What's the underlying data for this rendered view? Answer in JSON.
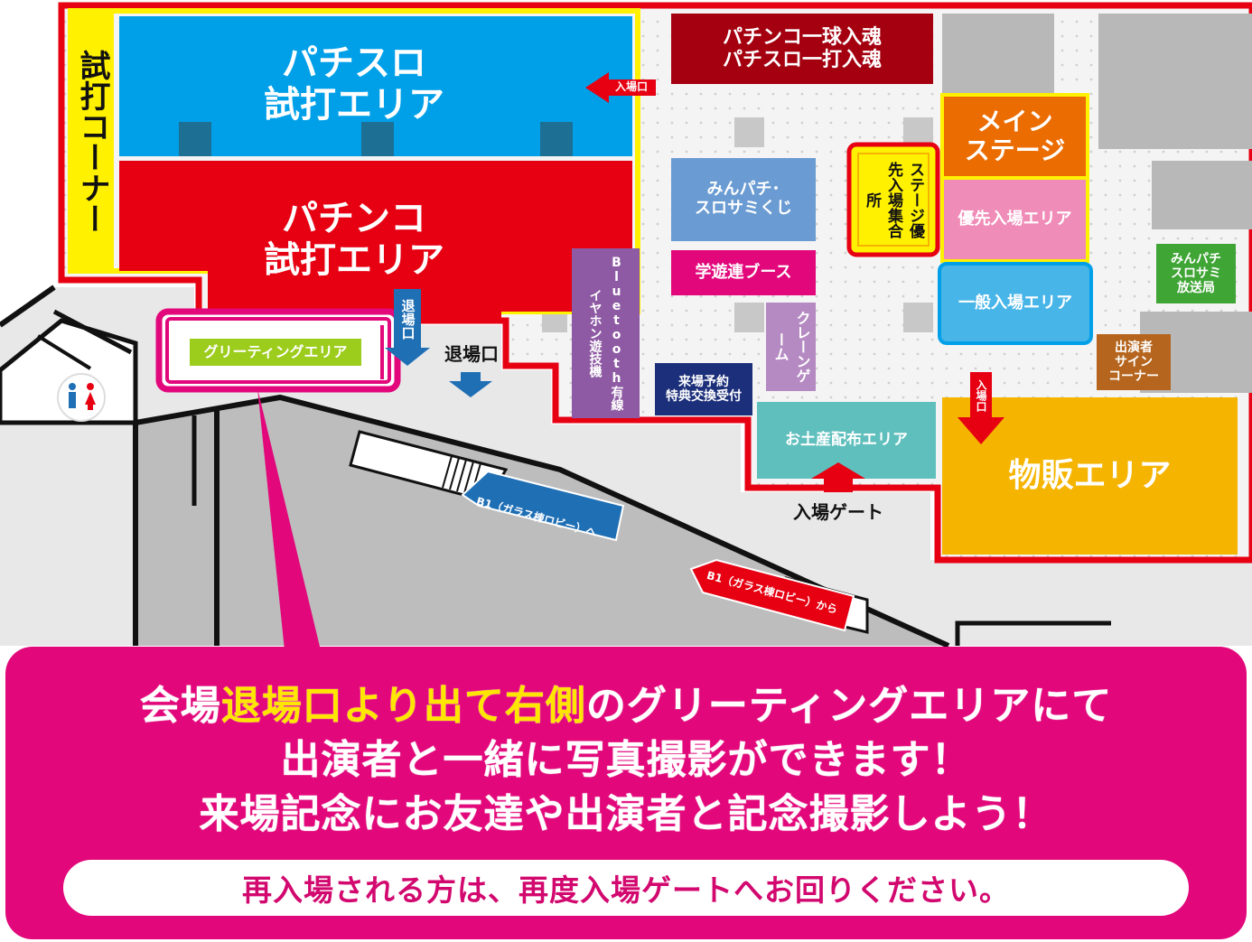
{
  "areas": {
    "test_corner": "試打コーナー",
    "pachislot_test": "パチスロ\n試打エリア",
    "pachinko_test": "パチンコ\n試打エリア",
    "greeting": "グリーティングエリア",
    "exit_vertical": "退場口",
    "exit": "退場口",
    "entrance_left": "入場口",
    "entrance_right": "入場口",
    "tamashii": "パチンコ一球入魂\nパチスロ一打入魂",
    "main_stage": "メイン\nステージ",
    "stage_priority_gathering": "ステージ優先入場集合所",
    "priority_area": "優先入場エリア",
    "general_area": "一般入場エリア",
    "minpachi_lottery": "みんパチ･\nスロサミくじ",
    "gakuyuren": "学遊連ブース",
    "bluetooth": "Bluetooth有線イヤホン遊技機",
    "crane": "クレーンゲーム",
    "tokuten": "来場予約\n特典交換受付",
    "souvenir": "お土産配布エリア",
    "entry_gate": "入場ゲート",
    "broadcast": "みんパチ\nスロサミ\n放送局",
    "sign_corner": "出演者\nサイン\nコーナー",
    "merch": "物販エリア",
    "b1_to": "B1（ガラス棟ロビー）へ",
    "b1_from": "B1（ガラス棟ロビー）から"
  },
  "callout": {
    "line1_pre": "会場",
    "line1_highlight": "退場口より出て右側",
    "line1_post": "のグリーティングエリアにて",
    "line2": "出演者と一緒に写真撮影ができます！",
    "line3": "来場記念にお友達や出演者と記念撮影しよう！",
    "notice": "再入場される方は、再度入場ゲートへお回りください。"
  },
  "colors": {
    "red": "#e60012",
    "blue": "#00a0e9",
    "yellow": "#fff100",
    "magenta": "#e2087b",
    "orange": "#eb6c00",
    "pink": "#f08cb8",
    "lightblue": "#47b5e8",
    "darkred": "#a4000f",
    "purple": "#8e5aa3",
    "steelblue": "#6a9bd2",
    "teal": "#5fbfbd",
    "gold": "#f5b400",
    "green": "#3fa535",
    "brown": "#b5651d",
    "navy": "#1c2f7a",
    "lime": "#9ccc1c"
  },
  "icons": {
    "restroom": "restroom-icon"
  }
}
